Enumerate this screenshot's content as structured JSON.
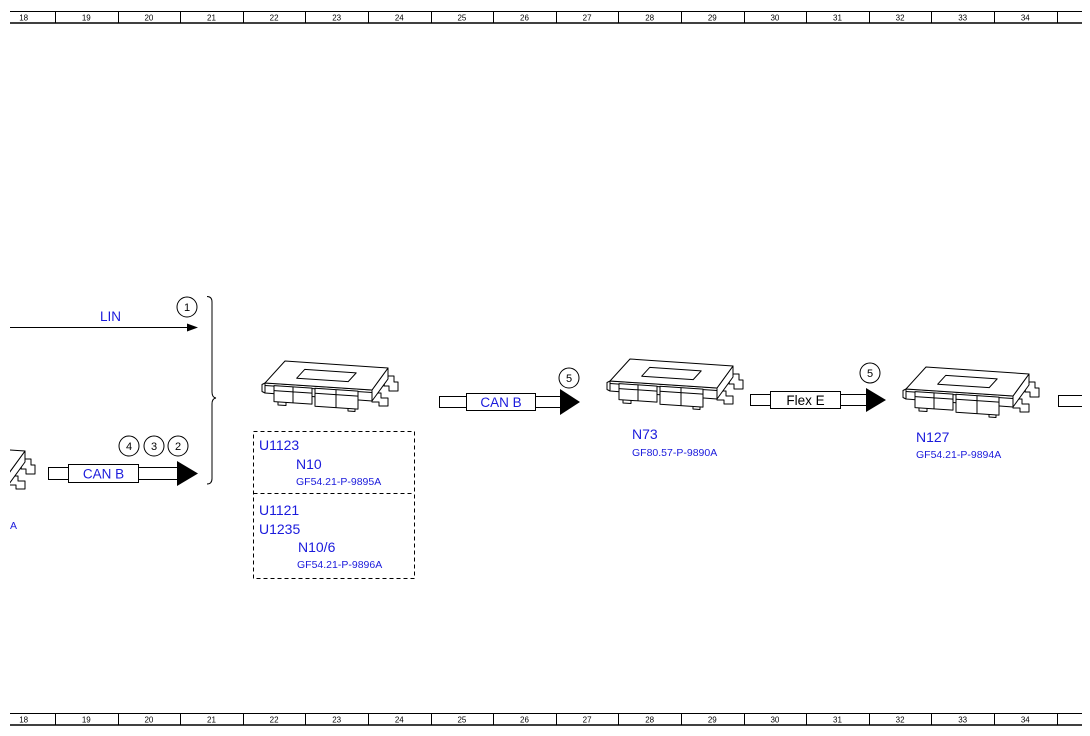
{
  "rulers": {
    "top": [
      "18",
      "19",
      "20",
      "21",
      "22",
      "23",
      "24",
      "25",
      "26",
      "27",
      "28",
      "29",
      "30",
      "31",
      "32",
      "33",
      "34"
    ],
    "bottom": [
      "18",
      "19",
      "20",
      "21",
      "22",
      "23",
      "24",
      "25",
      "26",
      "27",
      "28",
      "29",
      "30",
      "31",
      "32",
      "33",
      "34"
    ]
  },
  "signals": {
    "lin": {
      "label": "LIN",
      "callouts": [
        "1"
      ]
    },
    "can_b_left": {
      "label": "CAN B",
      "callouts": [
        "4",
        "3",
        "2"
      ]
    },
    "can_b_right": {
      "label": "CAN B",
      "callouts": [
        "5"
      ]
    },
    "flex_e": {
      "label": "Flex E",
      "callouts": [
        "5"
      ]
    }
  },
  "control_units": {
    "left_partial": {
      "doc_fragment": "A"
    },
    "n10_group": {
      "upper": {
        "codes": [
          "U1123"
        ],
        "name": "N10",
        "doc_ref": "GF54.21-P-9895A"
      },
      "lower": {
        "codes": [
          "U1121",
          "U1235"
        ],
        "name": "N10/6",
        "doc_ref": "GF54.21-P-9896A"
      }
    },
    "n73": {
      "name": "N73",
      "doc_ref": "GF80.57-P-9890A"
    },
    "n127": {
      "name": "N127",
      "doc_ref": "GF54.21-P-9894A"
    }
  },
  "icons": {
    "control_unit": "control-unit-icon",
    "callout": "numbered-circle-icon",
    "signal_arrow": "arrow-right-icon",
    "brace": "curly-brace-icon"
  },
  "colors": {
    "link_blue": "#1a1adc",
    "ink": "#000000",
    "background": "#ffffff"
  }
}
